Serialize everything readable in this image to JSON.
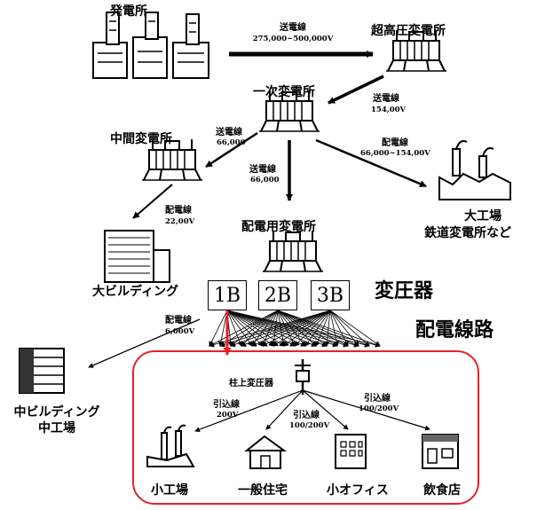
{
  "nodes": {
    "power_plant": "発電所",
    "ultra_high_substation": "超高圧変電所",
    "primary_substation": "一次変電所",
    "intermediate_substation": "中間変電所",
    "distribution_substation": "配電用変電所",
    "large_factory": "大工場",
    "railway_substation": "鉄道変電所など",
    "large_building": "大ビルディング",
    "medium_building": "中ビルディング",
    "medium_factory": "中工場",
    "pole_transformer": "柱上変圧器",
    "small_factory": "小工場",
    "house": "一般住宅",
    "small_office": "小オフィス",
    "restaurant": "飲食店"
  },
  "transformer_group": {
    "label": "変圧器",
    "units": [
      "1B",
      "2B",
      "3B"
    ]
  },
  "distribution_network_label": "配電線路",
  "lines": {
    "plant_to_ultra": {
      "type": "送電線",
      "voltage": "275,000~500,000V"
    },
    "ultra_to_primary": {
      "type": "送電線",
      "voltage": "154,00V"
    },
    "primary_to_intermediate": {
      "type": "送電線",
      "voltage": "66,000"
    },
    "primary_to_distribution": {
      "type": "送電線",
      "voltage": "66,000"
    },
    "primary_to_factory": {
      "type": "配電線",
      "voltage": "66,000~154,00V"
    },
    "intermediate_to_building": {
      "type": "配電線",
      "voltage": "22,00V"
    },
    "to_medium_building": {
      "type": "配電線",
      "voltage": "6,000V"
    },
    "service_left": {
      "type": "引込線",
      "voltage": "200V"
    },
    "service_mid": {
      "type": "引込線",
      "voltage": "100/200V"
    },
    "service_right": {
      "type": "引込線",
      "voltage": "100/200V"
    }
  },
  "colors": {
    "highlight": "#e8202a",
    "line": "#000000"
  },
  "icons": [
    "power-plant-icon",
    "substation-icon",
    "factory-icon",
    "building-icon",
    "pole-transformer-icon",
    "house-icon",
    "office-icon",
    "shop-icon"
  ]
}
